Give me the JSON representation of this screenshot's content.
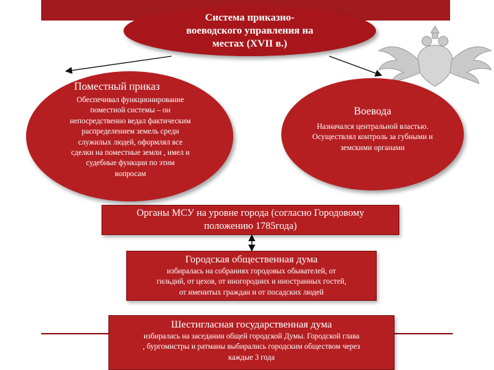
{
  "title": {
    "lines": [
      "Система приказно-",
      "воеводского управления на",
      "местах (XVII в.)"
    ]
  },
  "left_node": {
    "heading": "Поместный приказ",
    "lines": [
      "Обеспечивал функционирование",
      "поместной системы – он",
      "непосредственно ведал фактическим",
      "распределением земель среди",
      "служилых людей, оформлял все",
      "сделки на поместные земли , имел и",
      "судебные функции по этим",
      "вопросам"
    ]
  },
  "right_node": {
    "heading": "Воевода",
    "lines": [
      "Назначался центральной властью.",
      "Осуществлял контроль за губными и",
      "земскими органами"
    ]
  },
  "box_msu": {
    "lines": [
      "Органы МСУ на уровне города (согласно Городовому",
      "положению 1785года)"
    ]
  },
  "box_duma": {
    "heading": "Городская общественная дума",
    "lines": [
      "избиралась на собраниях городовых обывателей, от",
      "гильдий, от цехов, от иногородних и иностранных гостей,",
      "от именитых граждан и от посадских людей"
    ]
  },
  "box_six": {
    "heading": "Шестигласная государственная дума",
    "lines": [
      "избиралась на заседании общей городской Думы. Городской глава",
      ", бургомистры и ратманы выбирались городским обществом через",
      "каждые 3 года"
    ]
  },
  "colors": {
    "accent": "#b51f22",
    "band": "#a11a1f"
  },
  "icons": {
    "emblem": "double-headed-eagle-icon"
  }
}
